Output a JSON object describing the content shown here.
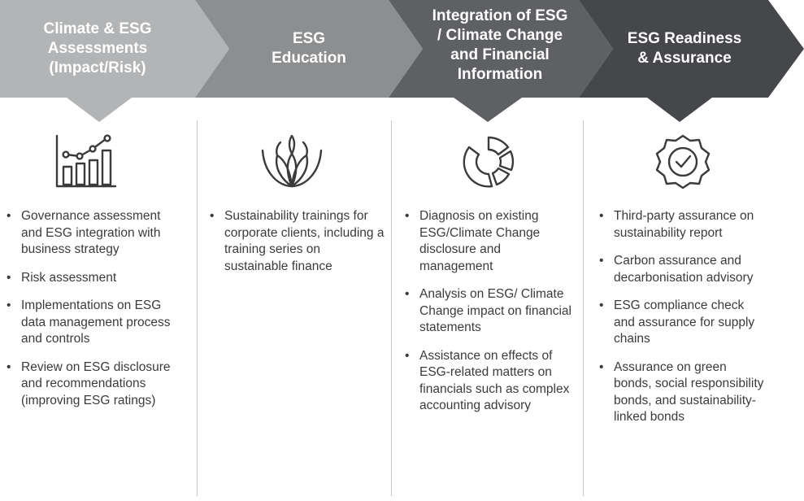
{
  "colors": {
    "stage1": "#b2b4b5",
    "stage2": "#8c8e90",
    "stage3": "#5e6064",
    "stage4": "#45474b",
    "text": "#3b3b3b",
    "divider": "#c8c8c8"
  },
  "stages": [
    {
      "title_lines": [
        "Climate & ESG",
        "Assessments",
        "(Impact/Risk)"
      ],
      "icon": "bar-chart-growth-icon",
      "bullets": [
        "Governance assessment and ESG integration with business strategy",
        "Risk assessment",
        "Implementations on ESG data management process and controls",
        "Review on ESG disclosure and recommendations (improving ESG ratings)"
      ]
    },
    {
      "title_lines": [
        "ESG",
        "Education"
      ],
      "icon": "sprouting-plant-icon",
      "bullets": [
        "Sustainability trainings for corporate clients, including a training series on sustainable finance"
      ]
    },
    {
      "title_lines": [
        "Integration of ESG",
        "/ Climate Change",
        "and Financial",
        "Information"
      ],
      "icon": "segmented-donut-icon",
      "bullets": [
        "Diagnosis on existing ESG/Climate Change disclosure and management",
        "Analysis on ESG/ Climate Change impact on financial statements",
        "Assistance on effects of ESG-related matters on financials such as complex accounting advisory"
      ]
    },
    {
      "title_lines": [
        "ESG Readiness",
        "& Assurance"
      ],
      "icon": "verified-badge-icon",
      "bullets": [
        "Third-party assurance on sustainability report",
        "Carbon assurance and decarbonisation advisory",
        "ESG compliance check and assurance for supply chains",
        "Assurance on green bonds, social responsibility bonds, and sustainability-linked bonds"
      ]
    }
  ]
}
